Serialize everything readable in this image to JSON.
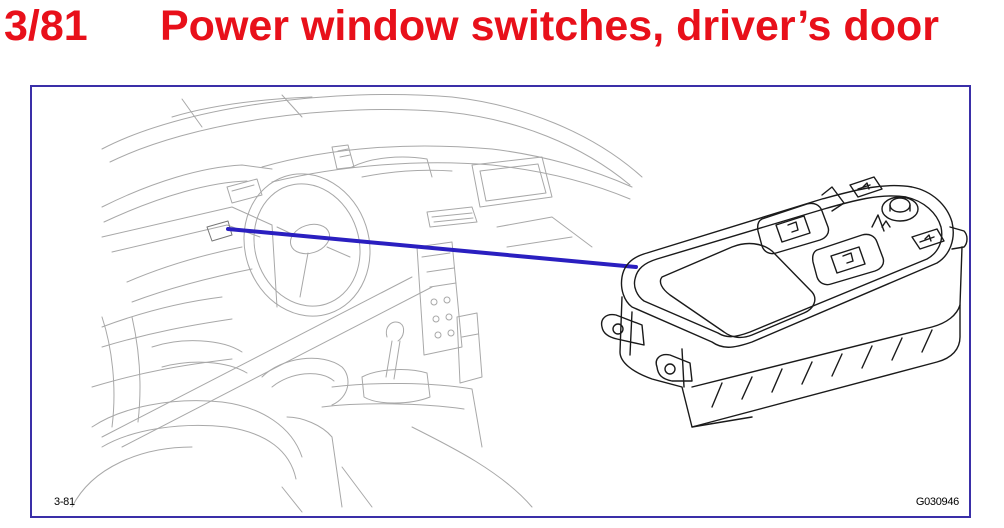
{
  "header": {
    "section_number": "3/81",
    "title": "Power window switches, driver’s door"
  },
  "figure": {
    "ref_label": "3-81",
    "image_code": "G030946",
    "frame_color": "#3a2fa8",
    "title_color": "#e8101a",
    "leader_color": "#2a1fc0"
  }
}
